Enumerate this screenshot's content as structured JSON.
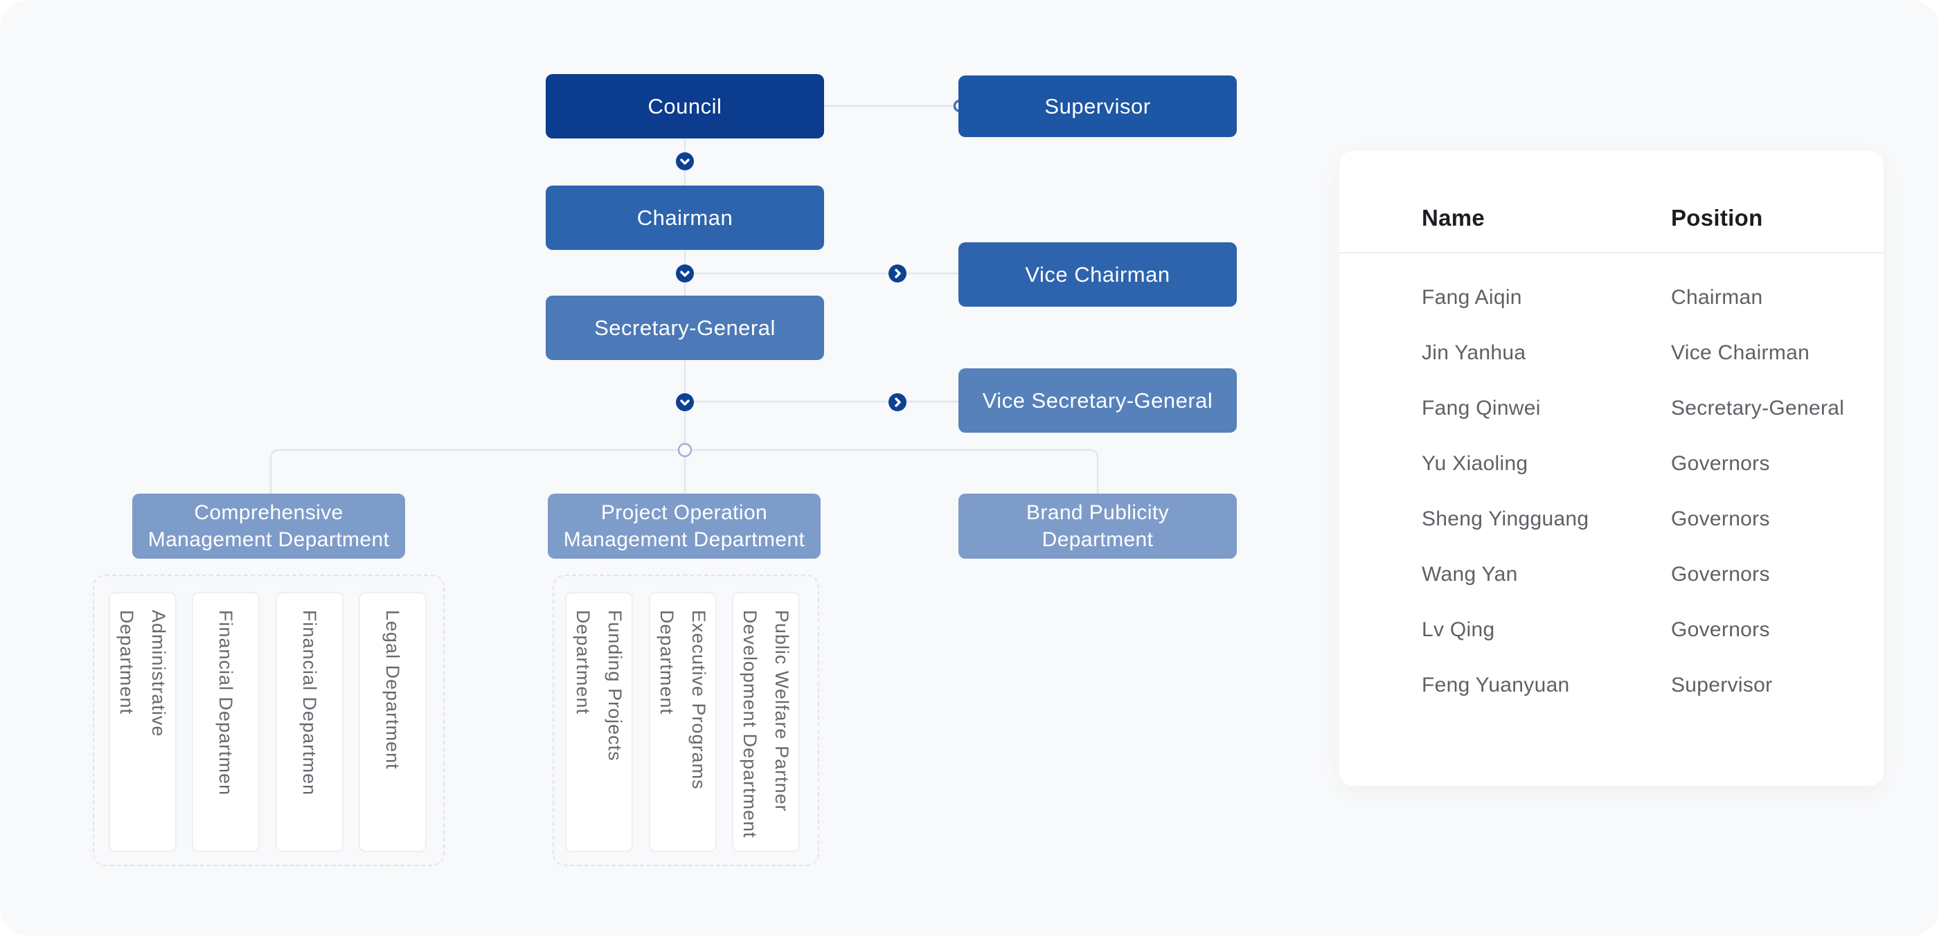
{
  "panel": {
    "background": "#f8f9fa",
    "outer_background": "#ffffff"
  },
  "palette": {
    "council": "#0b3c8e",
    "supervisor": "#1d56a4",
    "chairman": "#2e64ad",
    "vice_chairman": "#2e64ad",
    "secretary_general": "#4c79b7",
    "vice_secretary_general": "#5681bb",
    "department": "#7e9cc9",
    "connector_line": "#e3e6ee",
    "chevron_circle": "#0d4091",
    "node_text": "#ffffff",
    "sub_label_text": "#66696f"
  },
  "org_chart": {
    "nodes": {
      "council": {
        "label": "Council"
      },
      "supervisor": {
        "label": "Supervisor"
      },
      "chairman": {
        "label": "Chairman"
      },
      "vice_chairman": {
        "label": "Vice Chairman"
      },
      "secretary_general": {
        "label": "Secretary-General"
      },
      "vice_secretary_general": {
        "label": "Vice Secretary-General"
      },
      "dept_comprehensive": {
        "lines": [
          "Comprehensive",
          "Management Department"
        ]
      },
      "dept_project": {
        "lines": [
          "Project Operation",
          "Management Department"
        ]
      },
      "dept_brand": {
        "lines": [
          "Brand Publicity",
          "Department"
        ]
      }
    },
    "sub_groups": [
      {
        "items": [
          {
            "lines": [
              "Administrative",
              "Department"
            ]
          },
          {
            "lines": [
              "Financial Departmen"
            ]
          },
          {
            "lines": [
              "Financial Departmen"
            ]
          },
          {
            "lines": [
              "Legal Department"
            ]
          }
        ]
      },
      {
        "items": [
          {
            "lines": [
              "Funding Projects",
              "Department"
            ]
          },
          {
            "lines": [
              "Executive Programs",
              "Department"
            ]
          },
          {
            "lines": [
              "Public Welfare Partner",
              "Development Department"
            ]
          }
        ]
      }
    ]
  },
  "members_table": {
    "headers": {
      "name": "Name",
      "position": "Position"
    },
    "rows": [
      {
        "name": "Fang Aiqin",
        "position": "Chairman"
      },
      {
        "name": "Jin Yanhua",
        "position": "Vice Chairman"
      },
      {
        "name": "Fang Qinwei",
        "position": "Secretary-General"
      },
      {
        "name": "Yu Xiaoling",
        "position": "Governors"
      },
      {
        "name": "Sheng Yingguang",
        "position": "Governors"
      },
      {
        "name": "Wang Yan",
        "position": "Governors"
      },
      {
        "name": "Lv Qing",
        "position": "Governors"
      },
      {
        "name": "Feng Yuanyuan",
        "position": "Supervisor"
      }
    ]
  }
}
